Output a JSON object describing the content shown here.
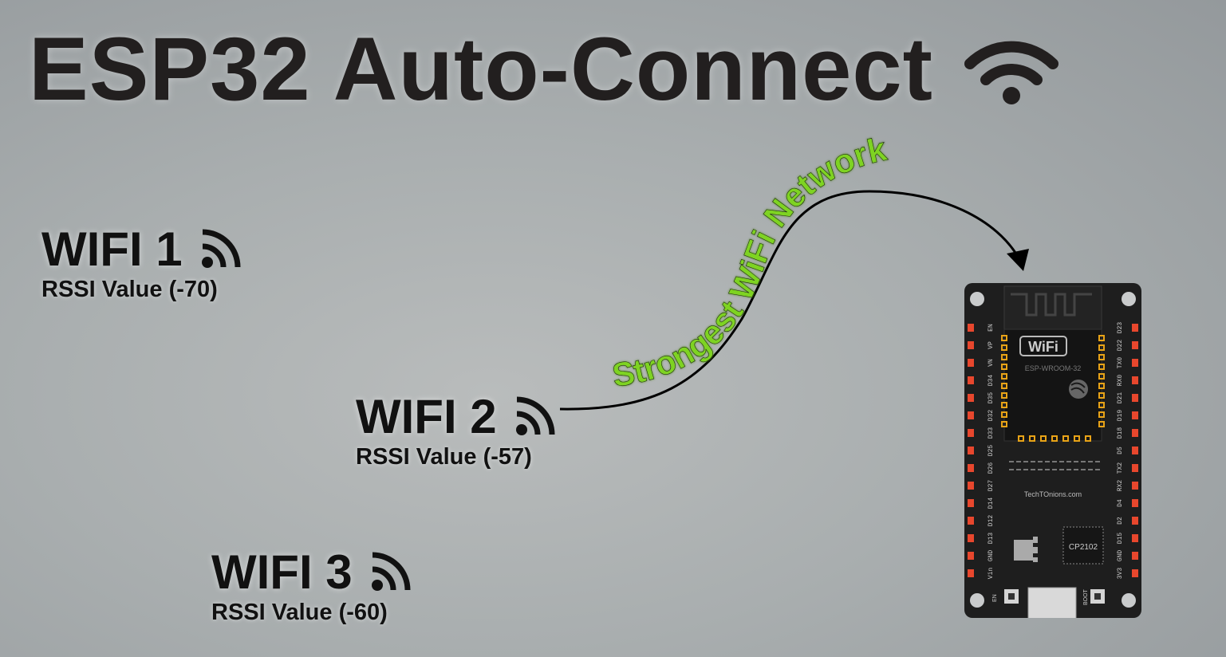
{
  "title": "ESP32 Auto-Connect",
  "title_icon": "wifi-icon",
  "networks": [
    {
      "name": "WIFI 1",
      "rssi_label": "RSSI Value (-70)",
      "icon": "wifi-signal-icon"
    },
    {
      "name": "WIFI 2",
      "rssi_label": "RSSI Value (-57)",
      "icon": "wifi-signal-icon"
    },
    {
      "name": "WIFI 3",
      "rssi_label": "RSSI Value (-60)",
      "icon": "wifi-signal-icon"
    }
  ],
  "arrow_label": "Strongest WiFi Network",
  "colors": {
    "text": "#111111",
    "arrow_label": "#7ed321",
    "board": "#1e1e1e",
    "pins": "#e8472d",
    "pad": "#e8a317"
  },
  "board": {
    "module_badge": "WiFi",
    "module_label": "ESP-WROOM-32",
    "site_label": "TechTOnions.com",
    "chip_label": "CP2102",
    "button_left": "EN",
    "button_right": "BOOT",
    "left_pins": [
      "EN",
      "VP",
      "VN",
      "D34",
      "D35",
      "D32",
      "D33",
      "D25",
      "D26",
      "D27",
      "D14",
      "D12",
      "D13",
      "GND",
      "Vin"
    ],
    "right_pins": [
      "D23",
      "D22",
      "TX0",
      "RX0",
      "D21",
      "D19",
      "D18",
      "D5",
      "TX2",
      "RX2",
      "D4",
      "D2",
      "D15",
      "GND",
      "3V3"
    ]
  }
}
